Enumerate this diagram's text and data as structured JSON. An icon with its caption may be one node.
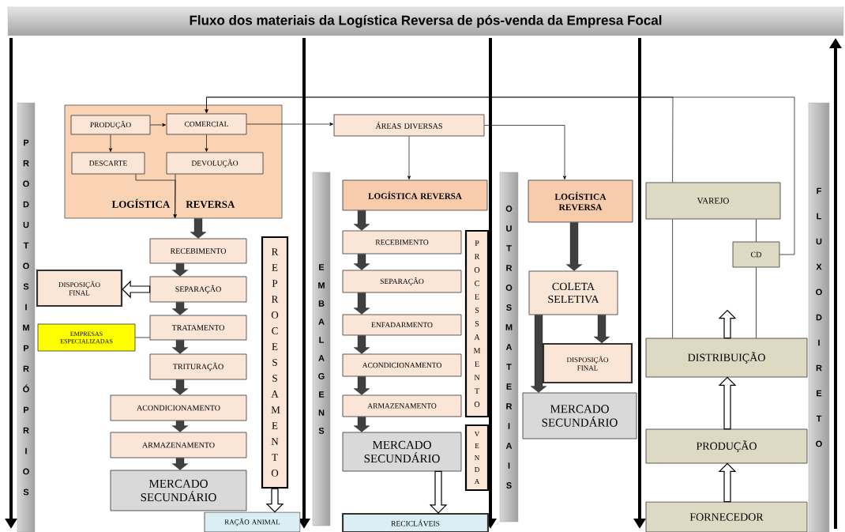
{
  "diagram": {
    "title": "Fluxo dos materiais da Logística Reversa de pós-venda da Empresa Focal",
    "nodes": [
      {
        "text": [
          "LOGÍSTICA REVERSA"
        ]
      },
      {
        "text": [
          "PRODUÇÃO"
        ],
        "in": 0
      },
      {
        "text": [
          "COMERCIAL"
        ],
        "in": 0
      },
      {
        "text": [
          "DESCARTE"
        ],
        "in": 0
      },
      {
        "text": [
          "DEVOLUÇÃO"
        ],
        "in": 0
      },
      {
        "text": [
          "RECEBIMENTO"
        ]
      },
      {
        "text": [
          "SEPARAÇÃO"
        ]
      },
      {
        "text": [
          "DISPOSIÇÃO FINAL"
        ]
      },
      {
        "text": [
          "TRATAMENTO"
        ]
      },
      {
        "text": [
          "EMPRESAS ESPECIALIZADAS"
        ]
      },
      {
        "text": [
          "TRITURAÇÃO"
        ]
      },
      {
        "text": [
          "ACONDICIONAMENTO"
        ]
      },
      {
        "text": [
          "ARMAZENAMENTO"
        ]
      },
      {
        "text": [
          "MERCADO SECUNDÁRIO"
        ]
      },
      {
        "text": [
          "REPROCESSAMENTO"
        ]
      },
      {
        "text": [
          "RAÇÃO ANIMAL"
        ]
      },
      {
        "text": [
          "ÁREAS DIVERSAS"
        ]
      },
      {
        "text": [
          "LOGÍSTICA REVERSA"
        ]
      },
      {
        "text": [
          "RECEBIMENTO"
        ]
      },
      {
        "text": [
          "SEPARAÇÃO"
        ]
      },
      {
        "text": [
          "ENFADARMENTO"
        ]
      },
      {
        "text": [
          "ACONDICIONAMENTO"
        ]
      },
      {
        "text": [
          "ARMAZENAMENTO"
        ]
      },
      {
        "text": [
          "MERCADO SECUNDÁRIO"
        ]
      },
      {
        "text": [
          "PROCESSAMENTO"
        ]
      },
      {
        "text": [
          "VENDA"
        ]
      },
      {
        "text": [
          "RECICLÁVEIS"
        ]
      },
      {
        "text": [
          "LOGÍSTICA REVERSA"
        ]
      },
      {
        "text": [
          "COLETA SELETIVA"
        ]
      },
      {
        "text": [
          "DISPOSIÇÃO FINAL"
        ]
      },
      {
        "text": [
          "MERCADO SECUNDÁRIO"
        ]
      },
      {
        "text": [
          "VAREJO"
        ]
      },
      {
        "text": [
          "CD"
        ]
      },
      {
        "text": [
          "DISTRIBUIÇÃO"
        ]
      },
      {
        "text": [
          "PRODUÇÃO"
        ]
      },
      {
        "text": [
          "FORNECEDOR"
        ]
      },
      {
        "text": [
          "PRODUTOS IMPRÓPRIOS"
        ]
      },
      {
        "text": [
          "EMBALAGENS"
        ]
      },
      {
        "text": [
          "OUTROS MATERIAIS"
        ]
      },
      {
        "text": [
          "FLUXO DIRETO"
        ]
      }
    ],
    "edges": [
      {
        "from": 1,
        "to": 2,
        "arrow": "to"
      },
      {
        "from": 1,
        "to": 3,
        "arrow": "to"
      },
      {
        "from": 2,
        "to": 4,
        "arrow": "to"
      },
      {
        "from": 3,
        "to": 0,
        "arrow": "to"
      },
      {
        "from": 4,
        "to": 0,
        "arrow": "to"
      },
      {
        "from": 2,
        "to": 16,
        "arrow": "to"
      },
      {
        "from": 32,
        "to": 2,
        "arrow": "to"
      },
      {
        "from": 31,
        "to": 2,
        "arrow": "to"
      },
      {
        "from": 33,
        "to": 31,
        "arrow": "none"
      },
      {
        "from": 33,
        "to": 32,
        "arrow": "none"
      },
      {
        "from": 32,
        "to": 31,
        "arrow": "none"
      },
      {
        "from": 16,
        "to": 17,
        "arrow": "to"
      },
      {
        "from": 16,
        "to": 27,
        "arrow": "to"
      },
      {
        "from": 9,
        "to": 8,
        "arrow": "none"
      },
      {
        "from": 0,
        "to": 5,
        "arrow": "to",
        "style": "thick"
      },
      {
        "from": 5,
        "to": 6,
        "arrow": "to",
        "style": "thick"
      },
      {
        "from": 6,
        "to": 8,
        "arrow": "to",
        "style": "thick"
      },
      {
        "from": 8,
        "to": 10,
        "arrow": "to",
        "style": "thick"
      },
      {
        "from": 10,
        "to": 11,
        "arrow": "to",
        "style": "thick"
      },
      {
        "from": 11,
        "to": 12,
        "arrow": "to",
        "style": "thick"
      },
      {
        "from": 12,
        "to": 13,
        "arrow": "to",
        "style": "thick"
      },
      {
        "from": 6,
        "to": 7,
        "arrow": "to",
        "style": "thick",
        "color": "#ffffff"
      },
      {
        "from": 14,
        "to": 15,
        "arrow": "to",
        "style": "thick",
        "color": "#ffffff"
      },
      {
        "from": 17,
        "to": 18,
        "arrow": "to",
        "style": "thick"
      },
      {
        "from": 18,
        "to": 19,
        "arrow": "to",
        "style": "thick"
      },
      {
        "from": 19,
        "to": 20,
        "arrow": "to",
        "style": "thick"
      },
      {
        "from": 20,
        "to": 21,
        "arrow": "to",
        "style": "thick"
      },
      {
        "from": 21,
        "to": 22,
        "arrow": "to",
        "style": "thick"
      },
      {
        "from": 22,
        "to": 23,
        "arrow": "to",
        "style": "thick"
      },
      {
        "from": 23,
        "to": 26,
        "arrow": "to",
        "style": "thick",
        "color": "#ffffff"
      },
      {
        "from": 27,
        "to": 28,
        "arrow": "to",
        "style": "thick"
      },
      {
        "from": 28,
        "to": 29,
        "arrow": "to",
        "style": "thick"
      },
      {
        "from": 28,
        "to": 30,
        "arrow": "to",
        "style": "thick"
      },
      {
        "from": 34,
        "to": 33,
        "arrow": "to",
        "style": "thick",
        "color": "#ffffff"
      },
      {
        "from": 35,
        "to": 34,
        "arrow": "to",
        "style": "thick",
        "color": "#ffffff"
      },
      {
        "from": 33,
        "to": null,
        "arrow": "to",
        "style": "thick",
        "color": "#ffffff"
      }
    ]
  }
}
